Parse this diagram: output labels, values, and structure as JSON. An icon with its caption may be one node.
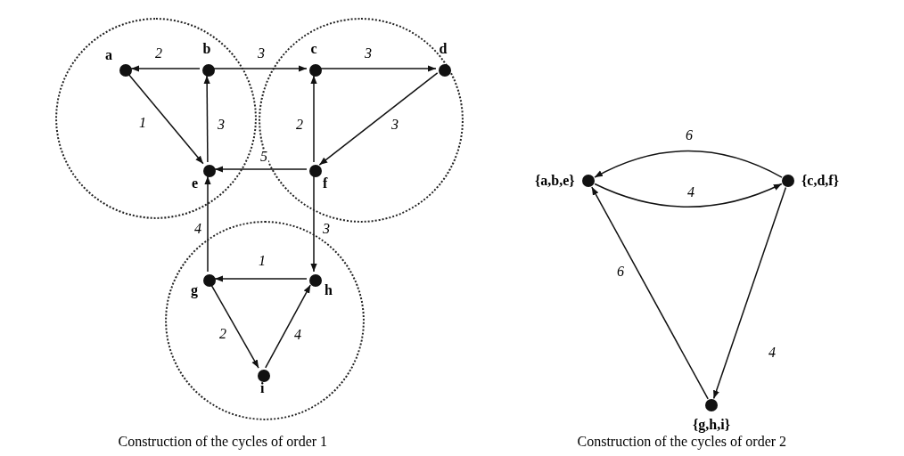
{
  "diagram": {
    "nodes": [
      {
        "text": [],
        "shape": "circle"
      },
      {
        "text": [],
        "shape": "circle",
        "in": 0,
        "beside": [
          "a"
        ]
      },
      {
        "text": [],
        "shape": "circle",
        "in": 0,
        "beside": [
          "b"
        ]
      },
      {
        "text": [],
        "shape": "circle",
        "in": 0,
        "beside": [
          "e"
        ]
      },
      {
        "text": [],
        "shape": "circle"
      },
      {
        "text": [],
        "shape": "circle",
        "in": 4,
        "beside": [
          "c"
        ]
      },
      {
        "text": [],
        "shape": "circle",
        "in": 4,
        "beside": [
          "d"
        ]
      },
      {
        "text": [],
        "shape": "circle",
        "in": 4,
        "beside": [
          "f"
        ]
      },
      {
        "text": [],
        "shape": "circle"
      },
      {
        "text": [],
        "shape": "circle",
        "in": 8,
        "beside": [
          "g"
        ]
      },
      {
        "text": [],
        "shape": "circle",
        "in": 8,
        "beside": [
          "h"
        ]
      },
      {
        "text": [],
        "shape": "circle",
        "in": 8,
        "beside": [
          "i"
        ]
      },
      {
        "text": [],
        "shape": "circle",
        "beside": [
          "{a,b,e}"
        ]
      },
      {
        "text": [],
        "shape": "circle",
        "beside": [
          "{c,d,f}"
        ]
      },
      {
        "text": [],
        "shape": "circle",
        "beside": [
          "{g,h,i}"
        ]
      }
    ],
    "edges": [
      {
        "from": 2,
        "to": 1,
        "arrow": "to",
        "label": "2"
      },
      {
        "from": 2,
        "to": 5,
        "arrow": "to",
        "label": "3"
      },
      {
        "from": 5,
        "to": 6,
        "arrow": "to",
        "label": "3"
      },
      {
        "from": 1,
        "to": 3,
        "arrow": "to",
        "label": "1"
      },
      {
        "from": 3,
        "to": 2,
        "arrow": "to",
        "label": "3"
      },
      {
        "from": 6,
        "to": 7,
        "arrow": "to",
        "label": "3"
      },
      {
        "from": 7,
        "to": 5,
        "arrow": "to",
        "label": "2"
      },
      {
        "from": 7,
        "to": 3,
        "arrow": "to",
        "label": "5"
      },
      {
        "from": 9,
        "to": 3,
        "arrow": "to",
        "label": "4"
      },
      {
        "from": 7,
        "to": 10,
        "arrow": "to",
        "label": "3"
      },
      {
        "from": 10,
        "to": 9,
        "arrow": "to",
        "label": "1"
      },
      {
        "from": 9,
        "to": 11,
        "arrow": "to",
        "label": "2"
      },
      {
        "from": 11,
        "to": 10,
        "arrow": "to",
        "label": "4"
      },
      {
        "from": 13,
        "to": 12,
        "arrow": "to",
        "label": "6"
      },
      {
        "from": 12,
        "to": 13,
        "arrow": "to",
        "label": "4"
      },
      {
        "from": 13,
        "to": 14,
        "arrow": "to",
        "label": "4"
      },
      {
        "from": 14,
        "to": 12,
        "arrow": "to",
        "label": "6"
      }
    ],
    "labels": [
      "Construction of the cycles of order 1",
      "Construction of the cycles of order 2"
    ]
  }
}
